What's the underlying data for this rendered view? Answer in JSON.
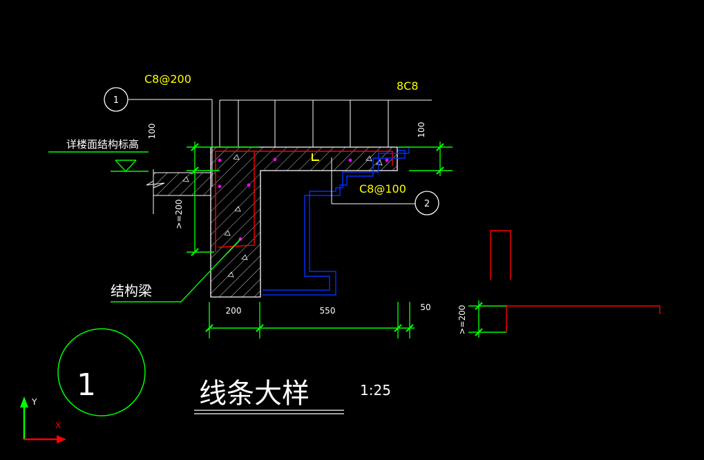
{
  "rebar_labels": {
    "top_stirrup": "C8@200",
    "longitudinal": "8C8",
    "lower_stirrup": "C8@100"
  },
  "callouts": {
    "callout_1": "1",
    "callout_2": "2"
  },
  "dimensions": {
    "top_left": "100",
    "top_right": "100",
    "left_height": ">=200",
    "width_a": "200",
    "width_b": "550",
    "width_c": "50",
    "right_height": ">=200"
  },
  "notes": {
    "floor_elevation": "详楼面结构标高",
    "structural_beam": "结构梁"
  },
  "title_block": {
    "detail_number": "1",
    "title": "线条大样",
    "scale": "1:25"
  },
  "ucs": {
    "y_label": "Y",
    "x_label": "X"
  },
  "colors": {
    "background": "#000000",
    "line_white": "#ffffff",
    "dim_green": "#00ff00",
    "label_yellow": "#ffff00",
    "rebar_red": "#ff0000",
    "inner_blue": "#0030ff",
    "marker_magenta": "#ff00ff",
    "ucs_red": "#ff0000"
  }
}
